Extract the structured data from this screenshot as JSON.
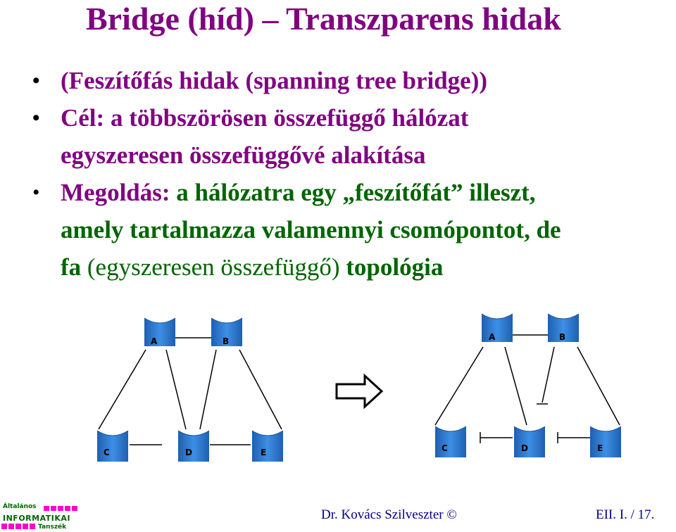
{
  "title": "Bridge (híd) – Transzparens hidak",
  "bullets": [
    {
      "lines": [
        [
          "(Feszítőfás hidak (spanning tree bridge))"
        ]
      ]
    },
    {
      "lines": [
        [
          "Cél: a többszörösen összefüggő hálózat"
        ],
        [
          "egyszeresen összefüggővé alakítása"
        ]
      ]
    },
    {
      "lines": [
        [
          "Megoldás:",
          " a hálózatra egy „feszítőfát” illeszt,"
        ],
        [
          "amely tartalmazza valamennyi csomópontot, de"
        ],
        [
          "fa",
          " (egyszeresen összefüggő) ",
          "topológia"
        ]
      ]
    }
  ],
  "diagram": {
    "left_nodes": [
      "A",
      "B",
      "C",
      "D",
      "E"
    ],
    "right_nodes": [
      "A",
      "B",
      "C",
      "D",
      "E"
    ],
    "node_color": "#2f7fd4",
    "arrow_icon": "right-arrow-icon"
  },
  "footer": {
    "author": "Dr. Kovács Szilveszter ©",
    "page": "EII. I. / 17."
  },
  "logo": {
    "line1": "Általános",
    "line2": "INFORMATIKAI",
    "line3": "Tanszék",
    "colors": [
      "#006400",
      "#ff00cc"
    ]
  }
}
